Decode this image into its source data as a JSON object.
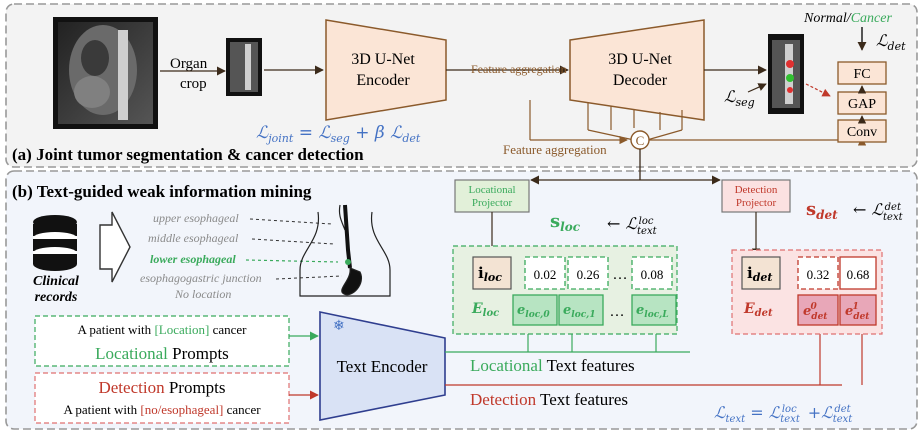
{
  "panel_a": {
    "title": "(a) Joint tumor segmentation & cancer detection",
    "organ_crop": "Organ crop",
    "encoder": "3D U-Net Encoder",
    "decoder": "3D U-Net Decoder",
    "joint_loss": "ℒjoint = ℒseg + β ℒdet",
    "feature_aggregation": "Feature aggregation",
    "concat_symbol": "C",
    "seg_loss": "ℒseg",
    "det_loss": "ℒdet",
    "normal_label": "Normal/",
    "cancer_label": "Cancer",
    "heads": [
      "FC",
      "GAP",
      "Conv"
    ]
  },
  "panel_b": {
    "title": "(b) Text-guided weak information mining",
    "clinical_records": "Clinical records",
    "locations": [
      "upper esophageal",
      "middle esophageal",
      "lower esophageal",
      "esophagogastric junction",
      "No location"
    ],
    "loc_prompt_text": "A patient with [Location] cancer",
    "loc_prompt_colored": "Locational",
    "loc_prompt_word": " Prompts",
    "det_prompt_colored": "Detection",
    "det_prompt_word": " Prompts",
    "det_prompt_text": "A patient with [no/esophageal] cancer",
    "text_encoder": "Text Encoder",
    "loc_projector": "Locational Projector",
    "det_projector": "Detection Projector",
    "s_loc": "sloc",
    "s_det": "sdet",
    "loss_text_loc": "ℒtext loc",
    "loss_text_det": "ℒtext det",
    "i_loc": "iloc",
    "i_det": "idet",
    "loc_scores": [
      "0.02",
      "0.26",
      "…",
      "0.08"
    ],
    "det_scores": [
      "0.32",
      "0.68"
    ],
    "E_loc": "Eloc",
    "E_det": "Edet",
    "e_loc_items": [
      "eloc,0",
      "eloc,1",
      "…",
      "eloc,L"
    ],
    "e_det_items": [
      "edet 0",
      "edet 1"
    ],
    "loc_text_features_colored": "Locational",
    "loc_text_features_word": " Text features",
    "det_text_features_colored": "Detection",
    "det_text_features_word": " Text features",
    "text_loss": "ℒtext = ℒtext loc + ℒtext det"
  },
  "colors": {
    "orange_fill": "#fbe5d6",
    "orange_stroke": "#8b5a2b",
    "green": "#3aaa5c",
    "red": "#c0392b",
    "blue": "#4472c4",
    "navy_encoder": "#2f3e8f",
    "gray_dashed": "#888888"
  }
}
